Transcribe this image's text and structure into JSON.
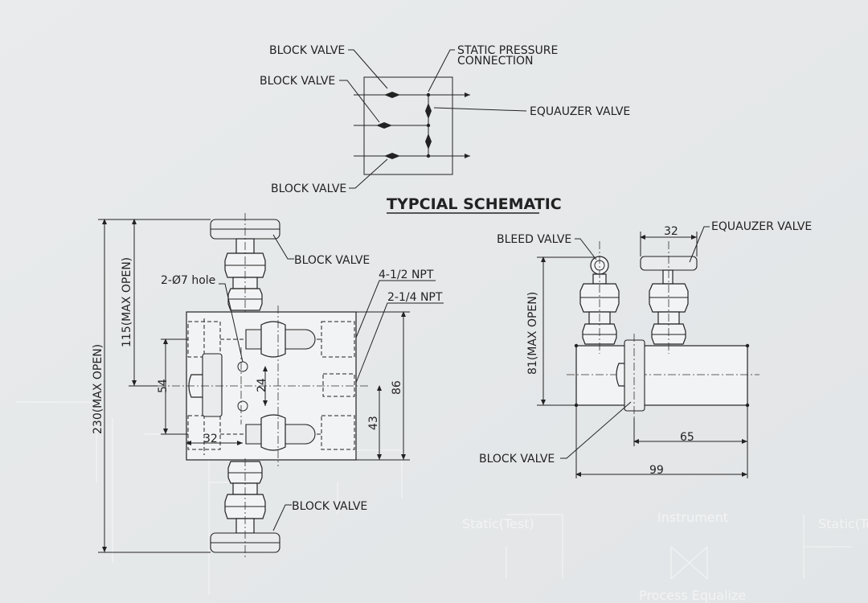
{
  "schematic": {
    "title": "TYPCIAL SCHEMATIC",
    "block_valve_top": "BLOCK VALVE",
    "block_valve_mid": "BLOCK VALVE",
    "block_valve_bottom": "BLOCK VALVE",
    "static_pressure_line1": "STATIC PRESSURE",
    "static_pressure_line2": "CONNECTION",
    "equalizer_valve": "EQUAUZER VALVE"
  },
  "front_view": {
    "block_valve_top": "BLOCK VALVE",
    "block_valve_bottom": "BLOCK VALVE",
    "hole_note": "2-Ø7 hole",
    "npt_half": "4-1/2 NPT",
    "npt_quarter": "2-1/4 NPT",
    "dim_230": "230(MAX OPEN)",
    "dim_115": "115(MAX OPEN)",
    "dim_54": "54",
    "dim_24": "24",
    "dim_32": "32",
    "dim_86": "86",
    "dim_43": "43"
  },
  "side_view": {
    "bleed_valve": "BLEED VALVE",
    "equalizer_valve": "EQUAUZER VALVE",
    "block_valve": "BLOCK VALVE",
    "dim_32": "32",
    "dim_81": "81(MAX OPEN)",
    "dim_65": "65",
    "dim_99": "99"
  },
  "background": {
    "static_test_left": "Static(Test)",
    "instrument": "Instrument",
    "static_test_right": "Static(Te",
    "process_equalize": "Process  Equalize"
  }
}
